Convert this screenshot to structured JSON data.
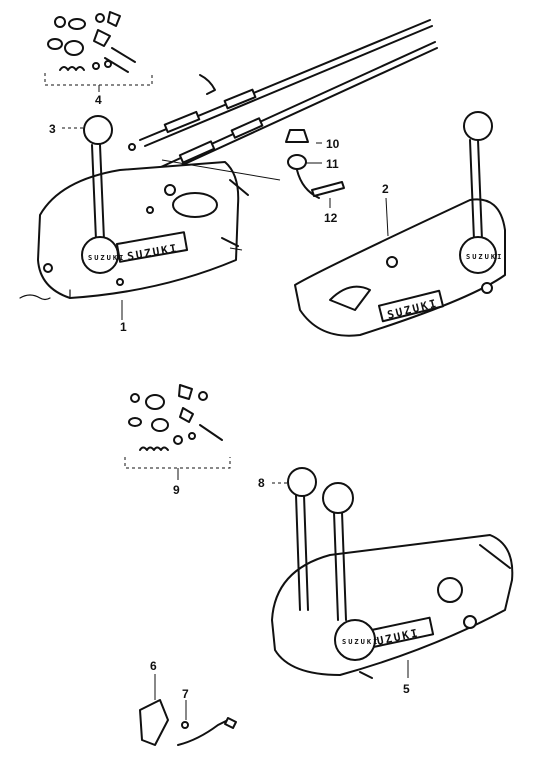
{
  "callouts": {
    "c1": "1",
    "c2": "2",
    "c3": "3",
    "c4": "4",
    "c5": "5",
    "c6": "6",
    "c7": "7",
    "c8": "8",
    "c9": "9",
    "c10": "10",
    "c11": "11",
    "c12": "12"
  },
  "brand": {
    "plate": "SUZUKI",
    "knob": "SUZUKI"
  }
}
